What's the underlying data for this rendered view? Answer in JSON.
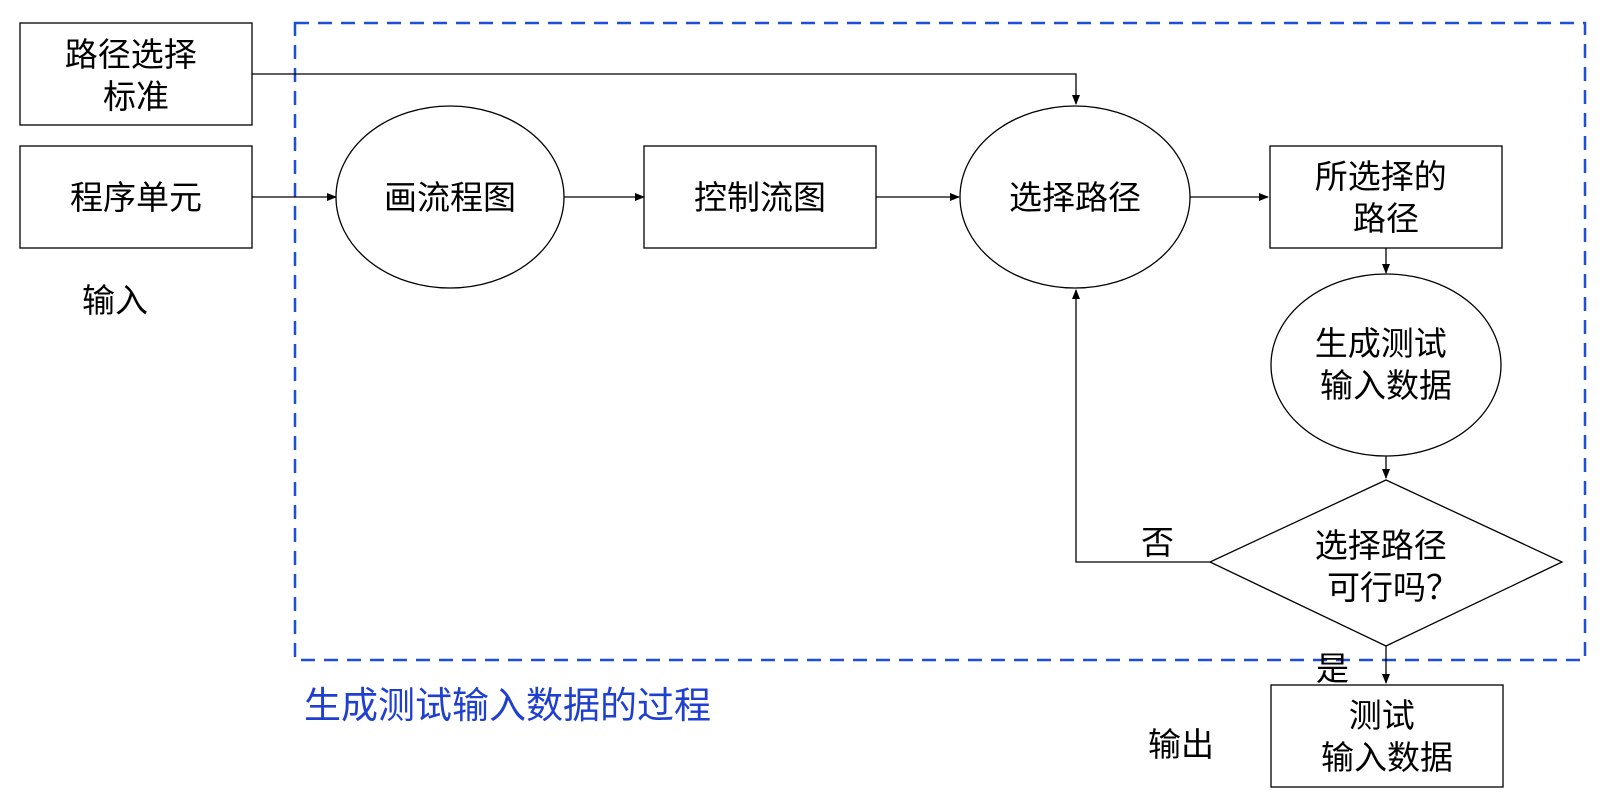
{
  "colors": {
    "stroke": "#000000",
    "dashed_border": "#1f4fd6",
    "caption": "#1f3fd0",
    "text": "#000000"
  },
  "nodes": {
    "path_criteria": {
      "shape": "rectangle",
      "lines": [
        "路径选择",
        "标准"
      ]
    },
    "program_unit": {
      "shape": "rectangle",
      "lines": [
        "程序单元"
      ]
    },
    "draw_flowchart": {
      "shape": "ellipse",
      "lines": [
        "画流程图"
      ]
    },
    "control_flow_graph": {
      "shape": "rectangle",
      "lines": [
        "控制流图"
      ]
    },
    "select_path": {
      "shape": "ellipse",
      "lines": [
        "选择路径"
      ]
    },
    "selected_path": {
      "shape": "rectangle",
      "lines": [
        "所选择的",
        "路径"
      ]
    },
    "generate_test_input": {
      "shape": "ellipse",
      "lines": [
        "生成测试",
        "输入数据"
      ]
    },
    "path_feasible": {
      "shape": "diamond",
      "lines": [
        "选择路径",
        "可行吗？"
      ]
    },
    "test_input_data": {
      "shape": "rectangle",
      "lines": [
        "测试",
        "输入数据"
      ]
    }
  },
  "labels": {
    "input": "输入",
    "output": "输出",
    "no": "否",
    "yes": "是",
    "process_caption": "生成测试输入数据的过程"
  }
}
